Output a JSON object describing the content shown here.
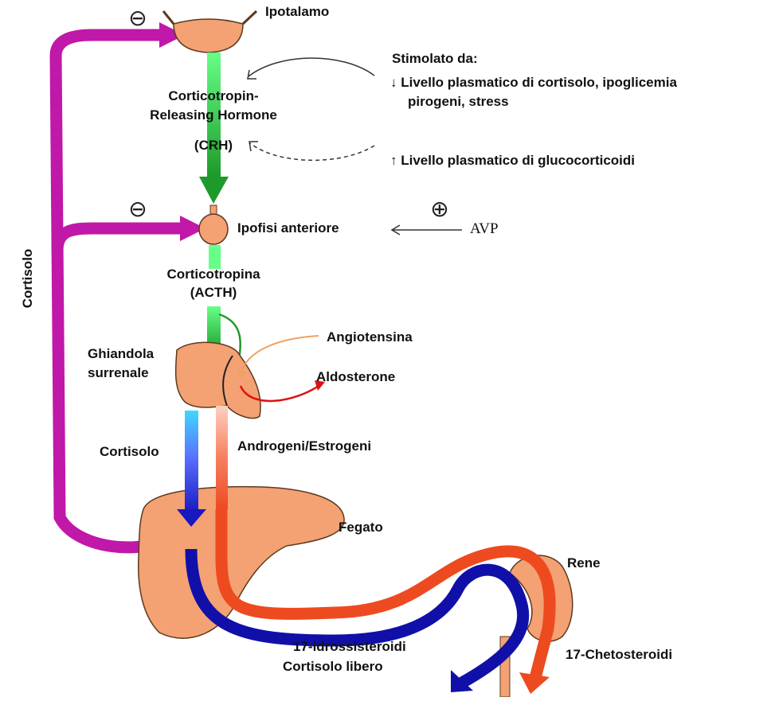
{
  "labels": {
    "ipotalamo": "Ipotalamo",
    "stimolato_title": "Stimolato da:",
    "stimolo_1_line1": "↓ Livello plasmatico di cortisolo, ipoglicemia",
    "stimolo_1_line2": "pirogeni, stress",
    "crh_line1": "Corticotropin-",
    "crh_line2": "Releasing Hormone",
    "crh_abbr": "(CRH)",
    "inibizione": "↑ Livello plasmatico di glucocorticoidi",
    "ipofisi": "Ipofisi anteriore",
    "avp": "AVP",
    "acth_line1": "Corticotropina",
    "acth_line2": "(ACTH)",
    "cortisolo_side": "Cortisolo",
    "surrene_line1": "Ghiandola",
    "surrene_line2": "surrenale",
    "angiotensina": "Angiotensina",
    "aldosterone": "Aldosterone",
    "cortisolo_flow": "Cortisolo",
    "androgeni": "Androgeni/Estrogeni",
    "fegato": "Fegato",
    "rene": "Rene",
    "idrossi_line1": "17-idrossisteroidi",
    "idrossi_line2": "Cortisolo libero",
    "cheto": "17-Chetosteroidi"
  },
  "symbols": {
    "minus": "⊖",
    "plus": "⊕"
  },
  "colors": {
    "organ": "#f4a173",
    "organ_stroke": "#5a3a20",
    "feedback": "#c018a8",
    "hormone_green_light": "#66ff88",
    "hormone_green_dark": "#1e9a2a",
    "cortisol_blue": "#1010a8",
    "androgen_red": "#ee4a20",
    "aldosterone_red": "#e01010",
    "angiotensin_orange": "#f0a060"
  }
}
